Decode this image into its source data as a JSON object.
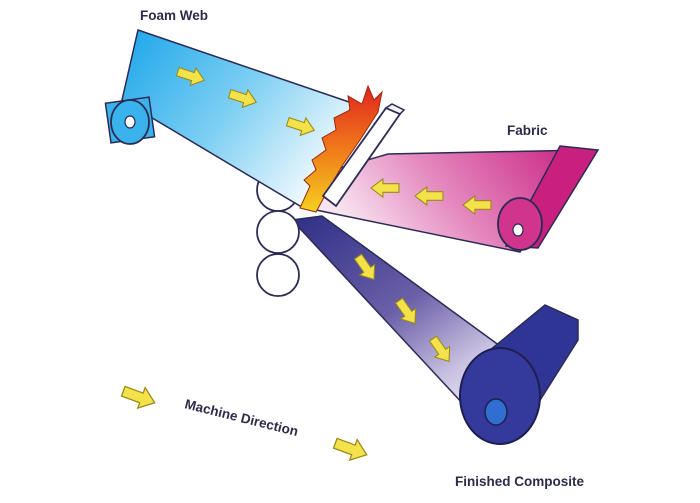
{
  "labels": {
    "foam_web": "Foam Web",
    "fabric": "Fabric",
    "finished_composite": "Finished Composite",
    "machine_direction": "Machine Direction"
  },
  "colors": {
    "foam_web": "#2ea8e8",
    "fabric": "#cc2f8a",
    "finished_composite": "#2f3594",
    "arrow": "#f2e14a",
    "flame": "#e8452a"
  }
}
